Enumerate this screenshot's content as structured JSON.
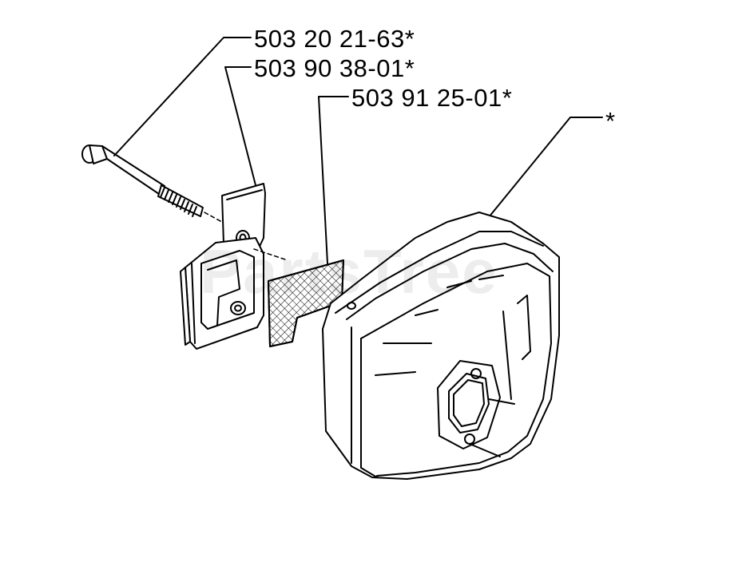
{
  "diagram": {
    "callouts": [
      {
        "id": "bolt",
        "label": "503 20 21-63*"
      },
      {
        "id": "bracket",
        "label": "503 90 38-01*"
      },
      {
        "id": "screen",
        "label": "503 91 25-01*"
      },
      {
        "id": "muffler",
        "label": "*"
      }
    ],
    "watermark": "PartsTree"
  }
}
